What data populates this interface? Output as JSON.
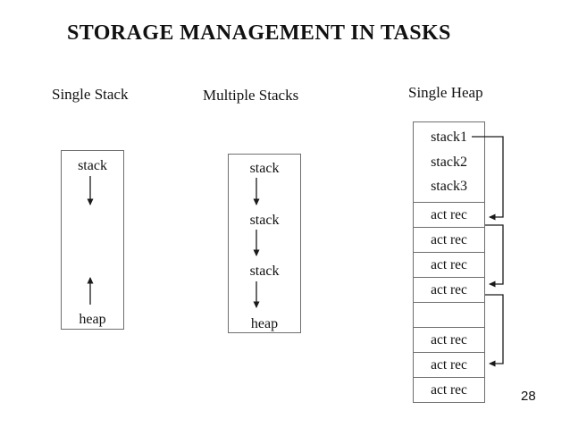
{
  "page": {
    "title": "STORAGE MANAGEMENT IN TASKS",
    "page_number": "28"
  },
  "columns": [
    {
      "label": "Single Stack"
    },
    {
      "label": "Multiple Stacks"
    },
    {
      "label": "Single Heap"
    }
  ],
  "single_stack": {
    "top_label": "stack",
    "bottom_label": "heap",
    "arrows": [
      {
        "name": "stack-grows-down",
        "direction": "down"
      },
      {
        "name": "heap-grows-up",
        "direction": "up"
      }
    ]
  },
  "multiple_stacks": {
    "labels": [
      "stack",
      "stack",
      "stack"
    ],
    "bottom_label": "heap",
    "arrows": [
      {
        "name": "stack1-grows-down",
        "direction": "down"
      },
      {
        "name": "stack2-grows-down",
        "direction": "down"
      },
      {
        "name": "stack3-grows-down",
        "direction": "down"
      }
    ]
  },
  "single_heap": {
    "header_rows": [
      "stack1",
      "stack2",
      "stack3"
    ],
    "rows": [
      "act rec",
      "act rec",
      "act rec",
      "act rec",
      "",
      "act rec",
      "act rec",
      "act rec"
    ],
    "links": [
      {
        "from": "stack1",
        "to": "act-rec-1"
      },
      {
        "from": "act-rec-1",
        "to": "act-rec-4"
      },
      {
        "from": "act-rec-4",
        "to": "act-rec-7"
      }
    ]
  },
  "colors": {
    "background": "#ffffff",
    "text": "#111111",
    "border": "#6e6e6e",
    "line": "#1a1a1a"
  }
}
